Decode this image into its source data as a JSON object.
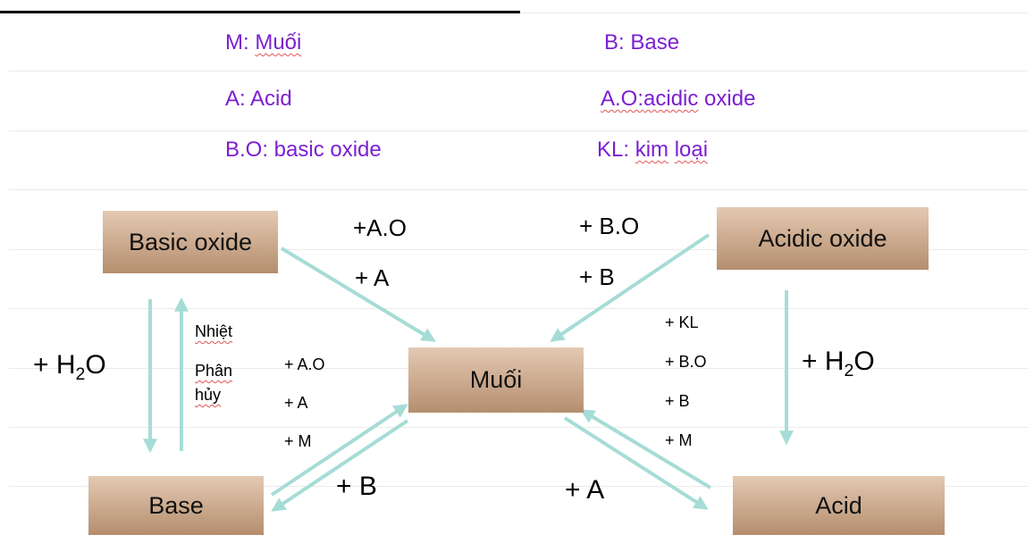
{
  "legend": {
    "m": {
      "key": "M: ",
      "word": "Muối"
    },
    "b": {
      "text": "B: Base"
    },
    "a": {
      "text": "A: Acid"
    },
    "ao": {
      "key": "A.O:",
      "word": "acidic",
      "rest": " oxide"
    },
    "bo": {
      "text": "B.O: basic oxide"
    },
    "kl": {
      "key": "KL: ",
      "w1": "kim",
      "w2": "loại"
    }
  },
  "boxes": {
    "basic_oxide": "Basic oxide",
    "acidic_oxide": "Acidic oxide",
    "muoi": "Muối",
    "base": "Base",
    "acid": "Acid"
  },
  "labels": {
    "top_left_1": "+A.O",
    "top_left_2": "+ A",
    "top_right_1": "+ B.O",
    "top_right_2": "+ B",
    "h2o_left": {
      "pre": "+ H",
      "sub": "2",
      "post": "O"
    },
    "h2o_right": {
      "pre": "+ H",
      "sub": "2",
      "post": "O"
    },
    "nhiet": "Nhiệt",
    "phan": "Phân",
    "huy": "hủy",
    "mid_left": [
      "+ A.O",
      "+ A",
      "+ M"
    ],
    "mid_right": [
      "+ KL",
      "+ B.O",
      "+ B",
      "+ M"
    ],
    "bottom_left": "+ B",
    "bottom_right": "+ A"
  },
  "colors": {
    "legend_text": "#7b1fd1",
    "arrow": "#a6dcd6",
    "box_top": "#e4c9b2",
    "box_bottom": "#b58e6e"
  }
}
